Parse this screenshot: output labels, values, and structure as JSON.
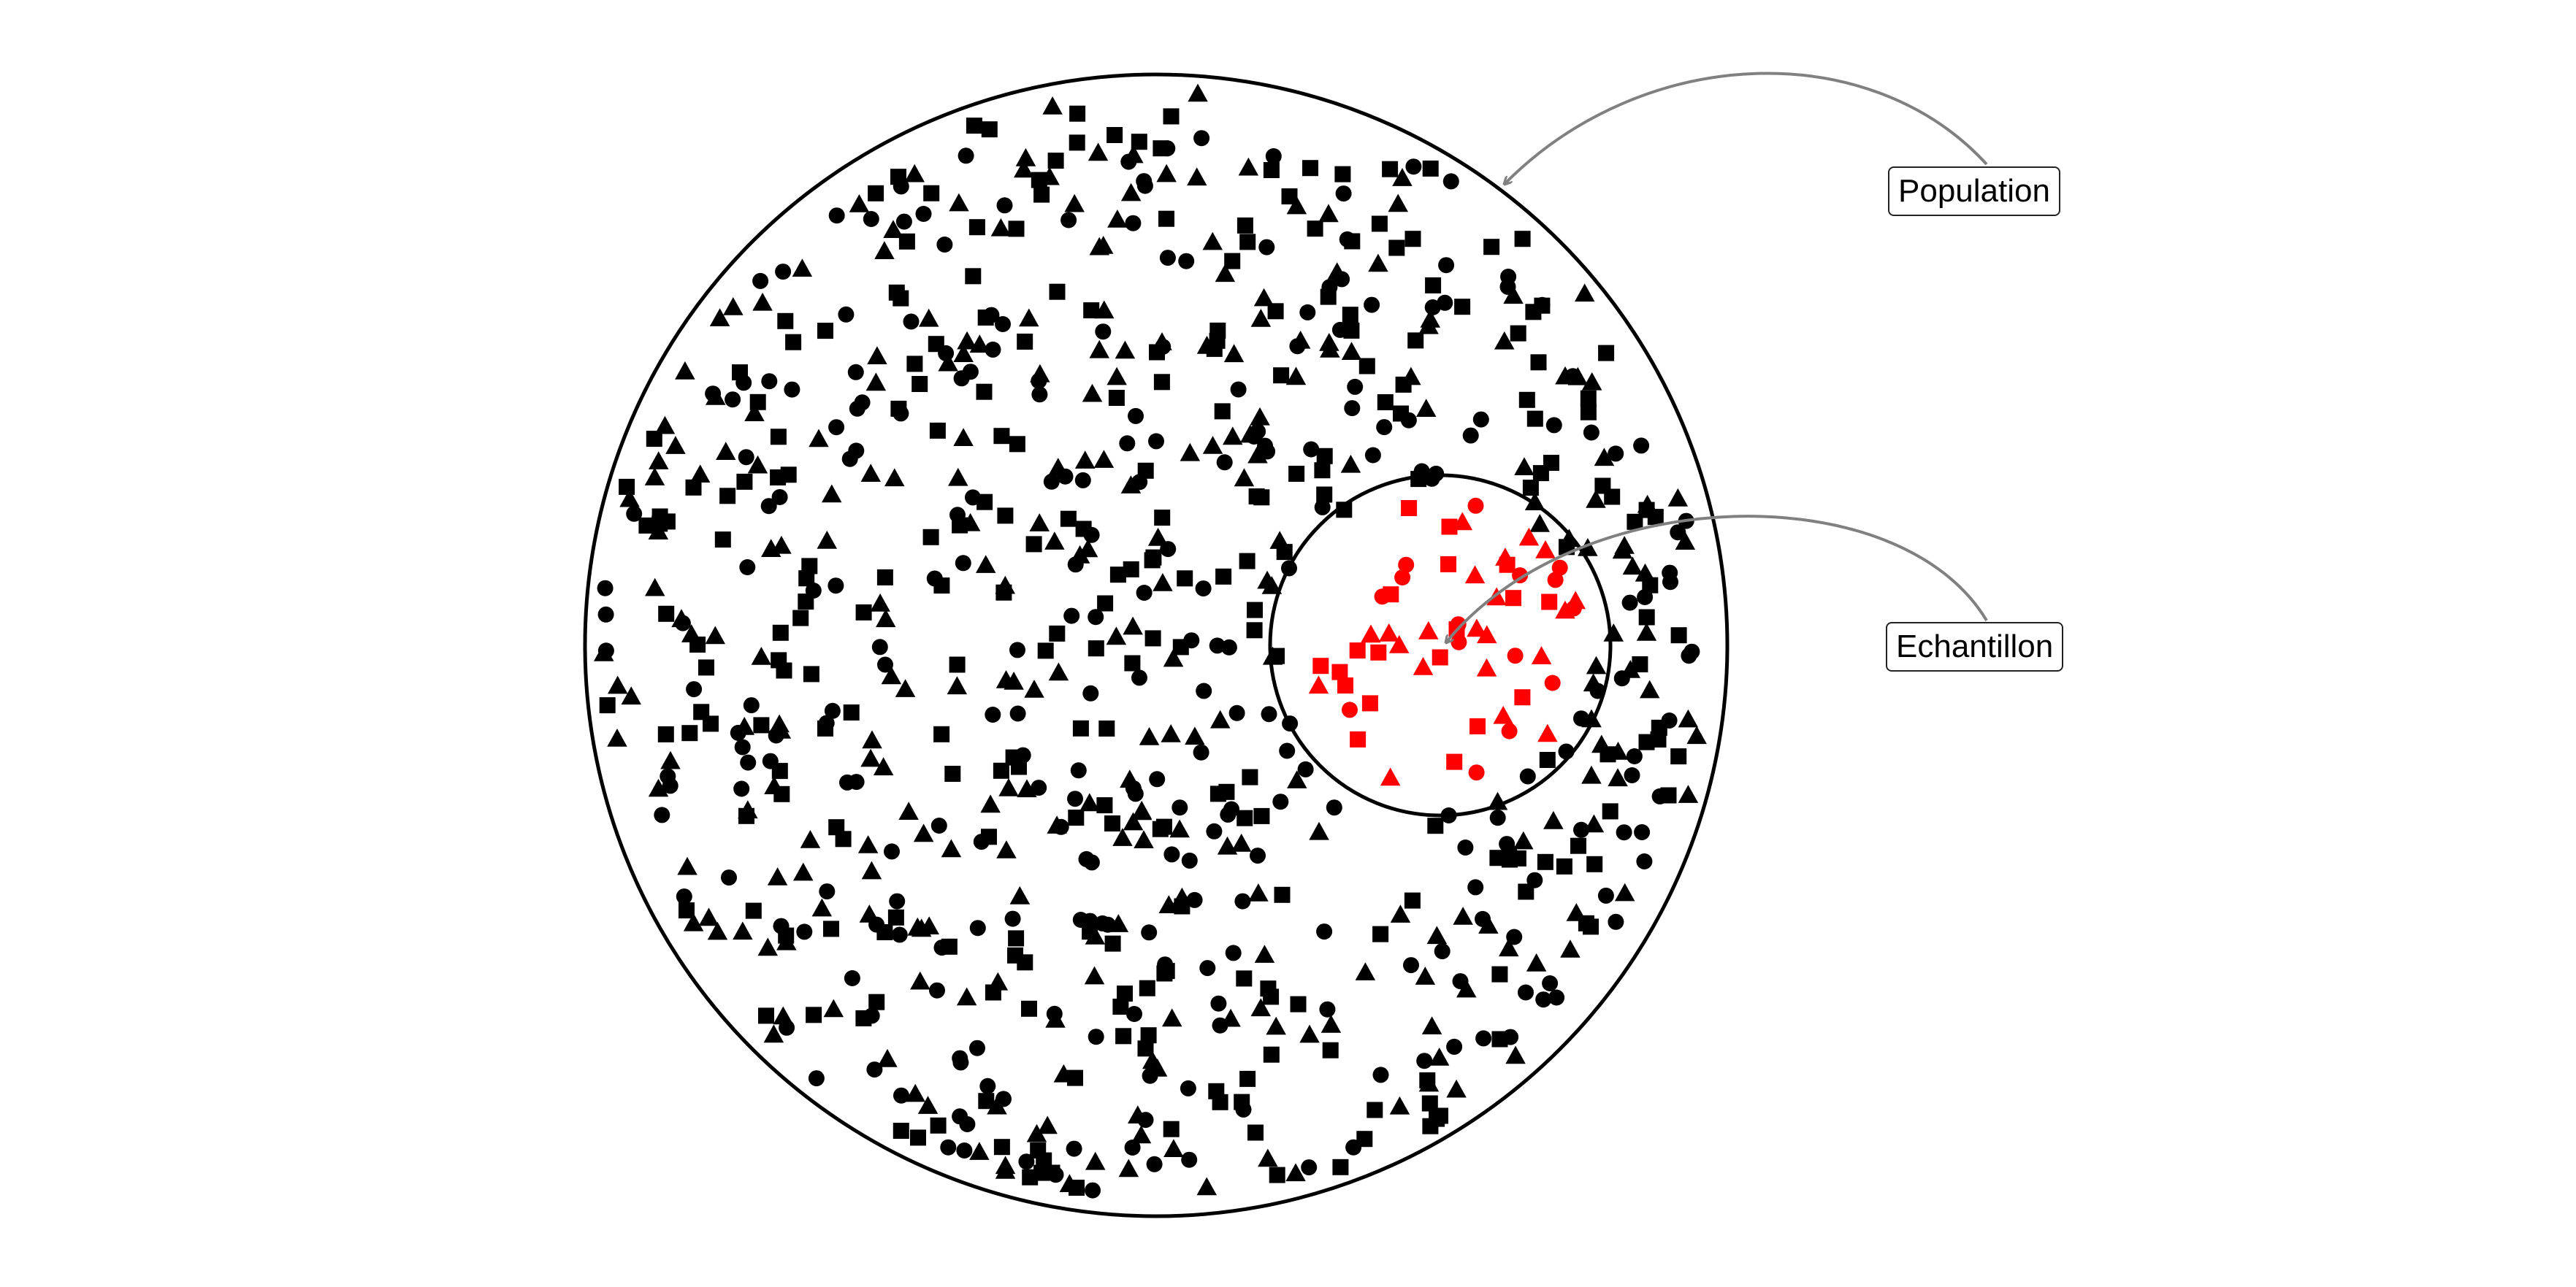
{
  "labels": {
    "population": "Population",
    "echantillon": "Echantillon"
  },
  "colors": {
    "population_points": "#000000",
    "sample_points": "#ff0000",
    "circle_stroke": "#000000",
    "arrow": "#808080",
    "background": "#ffffff"
  },
  "point_shapes": [
    "circle",
    "square",
    "triangle"
  ]
}
